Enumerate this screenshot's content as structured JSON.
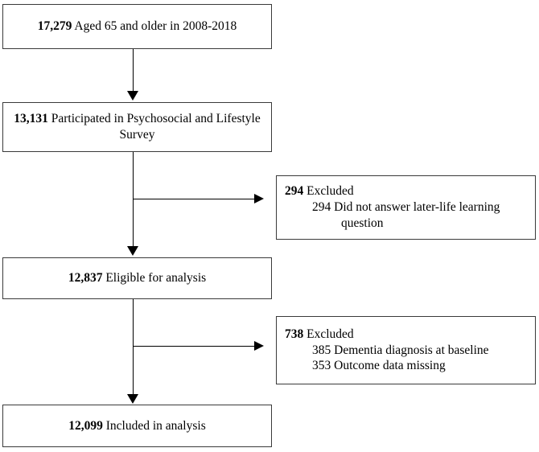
{
  "diagram": {
    "type": "participant-flow-diagram",
    "nodes": [
      {
        "id": "enrolled",
        "count": "17,279",
        "text": "Aged 65 and older in 2008-2018"
      },
      {
        "id": "participated",
        "count": "13,131",
        "text": "Participated in Psychosocial and Lifestyle Survey"
      },
      {
        "id": "eligible",
        "count": "12,837",
        "text": "Eligible for analysis"
      },
      {
        "id": "included",
        "count": "12,099",
        "text": "Included in analysis"
      }
    ],
    "exclusions": [
      {
        "id": "exclusion-1",
        "count": "294",
        "label": "Excluded",
        "reasons": [
          {
            "count": "294",
            "text": "Did not answer later-life learning question"
          }
        ]
      },
      {
        "id": "exclusion-2",
        "count": "738",
        "label": "Excluded",
        "reasons": [
          {
            "count": "385",
            "text": "Dementia diagnosis at baseline"
          },
          {
            "count": "353",
            "text": "Outcome data missing"
          }
        ]
      }
    ],
    "colors": {
      "border": "#3a3a3a",
      "connector": "#000000",
      "background": "#ffffff",
      "text": "#000000"
    }
  }
}
